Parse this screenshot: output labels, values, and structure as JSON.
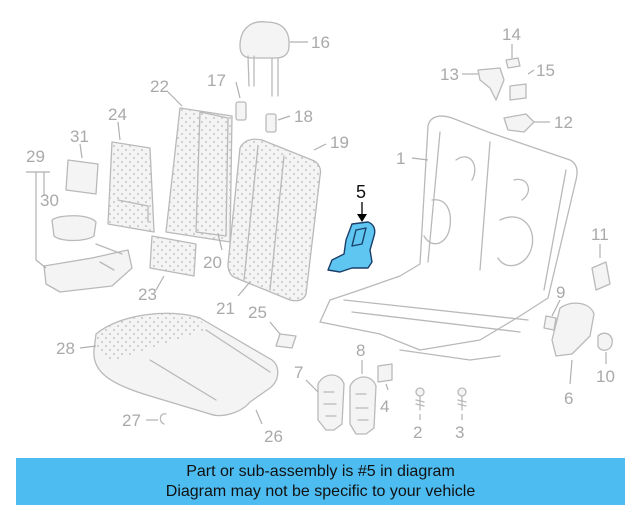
{
  "diagram": {
    "highlighted_part": "5",
    "callouts": [
      "1",
      "2",
      "3",
      "4",
      "5",
      "6",
      "7",
      "8",
      "9",
      "10",
      "11",
      "12",
      "13",
      "14",
      "15",
      "16",
      "17",
      "18",
      "19",
      "20",
      "21",
      "22",
      "23",
      "24",
      "25",
      "26",
      "27",
      "28",
      "29",
      "30",
      "31"
    ],
    "highlight_color": "#5ec6f0"
  },
  "banner": {
    "line1": "Part or sub-assembly is #5 in diagram",
    "line2": "Diagram may not be specific to your vehicle",
    "background": "#4dbcf0"
  }
}
